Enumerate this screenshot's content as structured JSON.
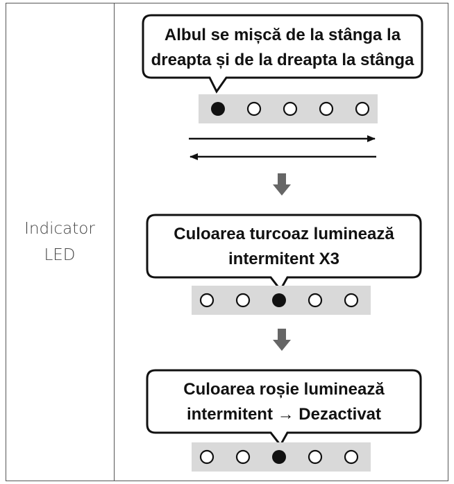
{
  "row_label": {
    "line1": "Indicator",
    "line2": "LED"
  },
  "steps": [
    {
      "callout_line1": "Albul se mișcă de la stânga la",
      "callout_line2": "dreapta și de la dreapta la stânga",
      "active_led_index": 0
    },
    {
      "callout_line1": "Culoarea turcoaz luminează",
      "callout_line2": "intermitent X3",
      "active_led_index": 2
    },
    {
      "callout_line1": "Culoarea roșie luminează",
      "callout_line2": "intermitent → Dezactivat",
      "active_led_index": 2
    }
  ],
  "led_count": 5,
  "colors": {
    "led_strip_bg": "#d9d9d9",
    "led_on": "#111111",
    "led_off": "#ffffff",
    "border": "#555555",
    "down_arrow": "#666666"
  }
}
